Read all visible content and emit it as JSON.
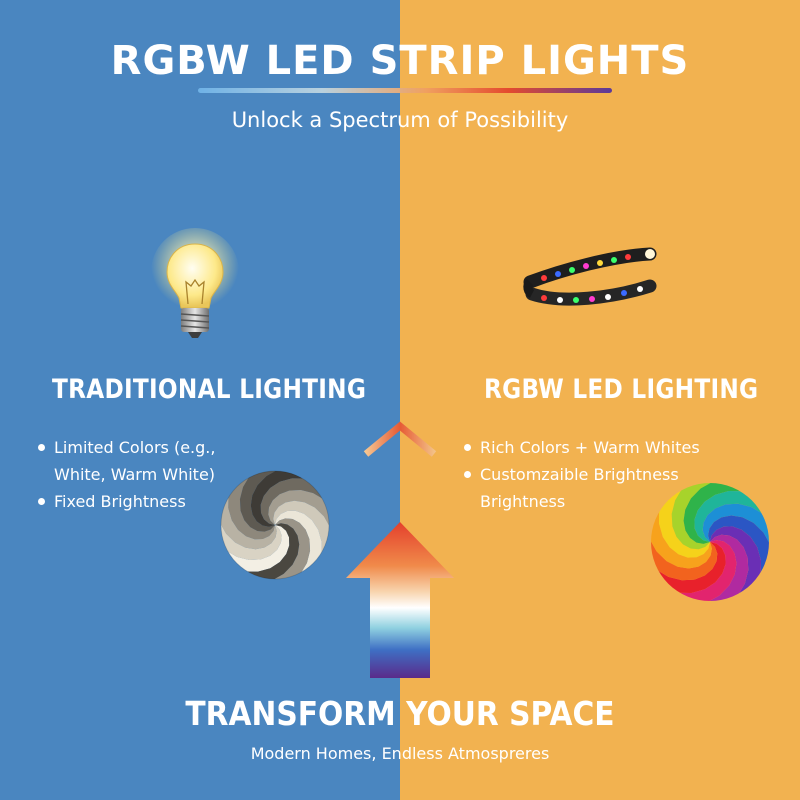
{
  "header": {
    "title": "RGBW LED STRIP LIGHTS",
    "subtitle": "Unlock a Spectrum of Possibility"
  },
  "left_panel": {
    "heading": "TRADITIONAL LIGHTING",
    "bullets": [
      "Limited Colors (e.g., White, Warm White)",
      "Fixed Brightness"
    ],
    "icon": "light-bulb-icon",
    "swirl": "grayscale-swirl"
  },
  "right_panel": {
    "heading": "RGBW LED LIGHTING",
    "bullets": [
      "Rich Colors + Warm Whites",
      "Customzaible Brightness Brightness"
    ],
    "icon": "led-strip-icon",
    "swirl": "rainbow-swirl"
  },
  "footer": {
    "title": "TRANSFORM YOUR SPACE",
    "subtitle": "Modern Homes, Endless Atmospreres"
  },
  "colors": {
    "left_bg": "#4a86c0",
    "right_bg": "#f2b250",
    "text": "#ffffff"
  }
}
